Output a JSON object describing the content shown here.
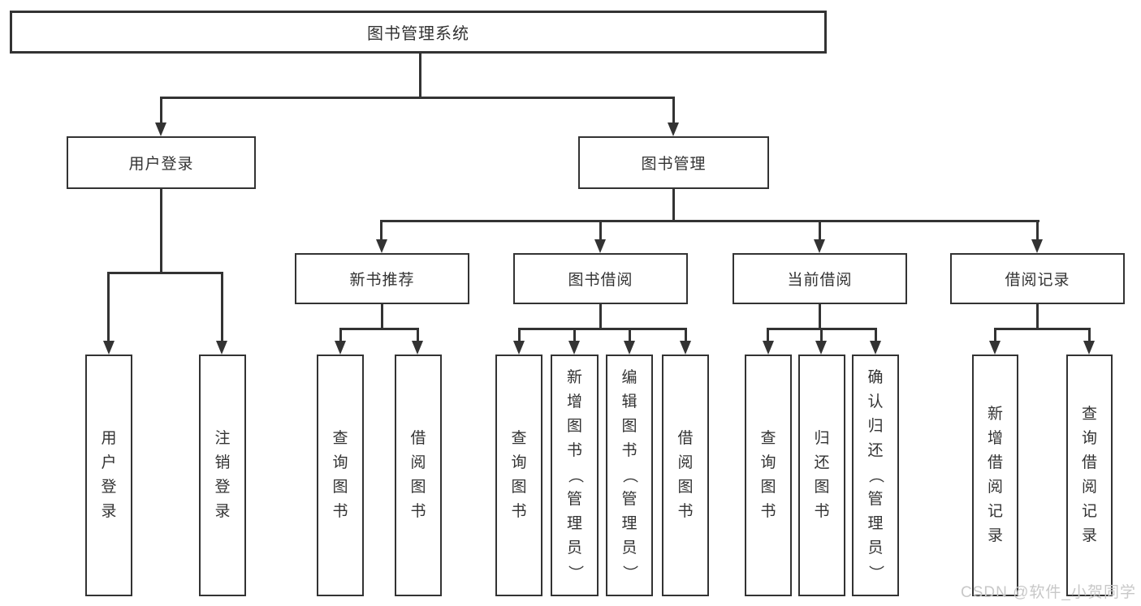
{
  "diagram_title": "图书管理系统",
  "colors": {
    "line": "#333333",
    "box_background": "#ffffff",
    "text": "#333333",
    "watermark": "#c8c8c8"
  },
  "tree": {
    "root": {
      "label": "图书管理系统"
    },
    "branches": [
      {
        "label": "用户登录",
        "children": [
          {
            "label": "用户登录"
          },
          {
            "label": "注销登录"
          }
        ]
      },
      {
        "label": "图书管理",
        "children": [
          {
            "label": "新书推荐",
            "children": [
              {
                "label": "查询图书"
              },
              {
                "label": "借阅图书"
              }
            ]
          },
          {
            "label": "图书借阅",
            "children": [
              {
                "label": "查询图书"
              },
              {
                "label": "新增图书（管理员）"
              },
              {
                "label": "编辑图书（管理员）"
              },
              {
                "label": "借阅图书"
              }
            ]
          },
          {
            "label": "当前借阅",
            "children": [
              {
                "label": "查询图书"
              },
              {
                "label": "归还图书"
              },
              {
                "label": "确认归还（管理员）"
              }
            ]
          },
          {
            "label": "借阅记录",
            "children": [
              {
                "label": "新增借阅记录"
              },
              {
                "label": "查询借阅记录"
              }
            ]
          }
        ]
      }
    ]
  },
  "watermark": "CSDN @软件_小贺同学"
}
